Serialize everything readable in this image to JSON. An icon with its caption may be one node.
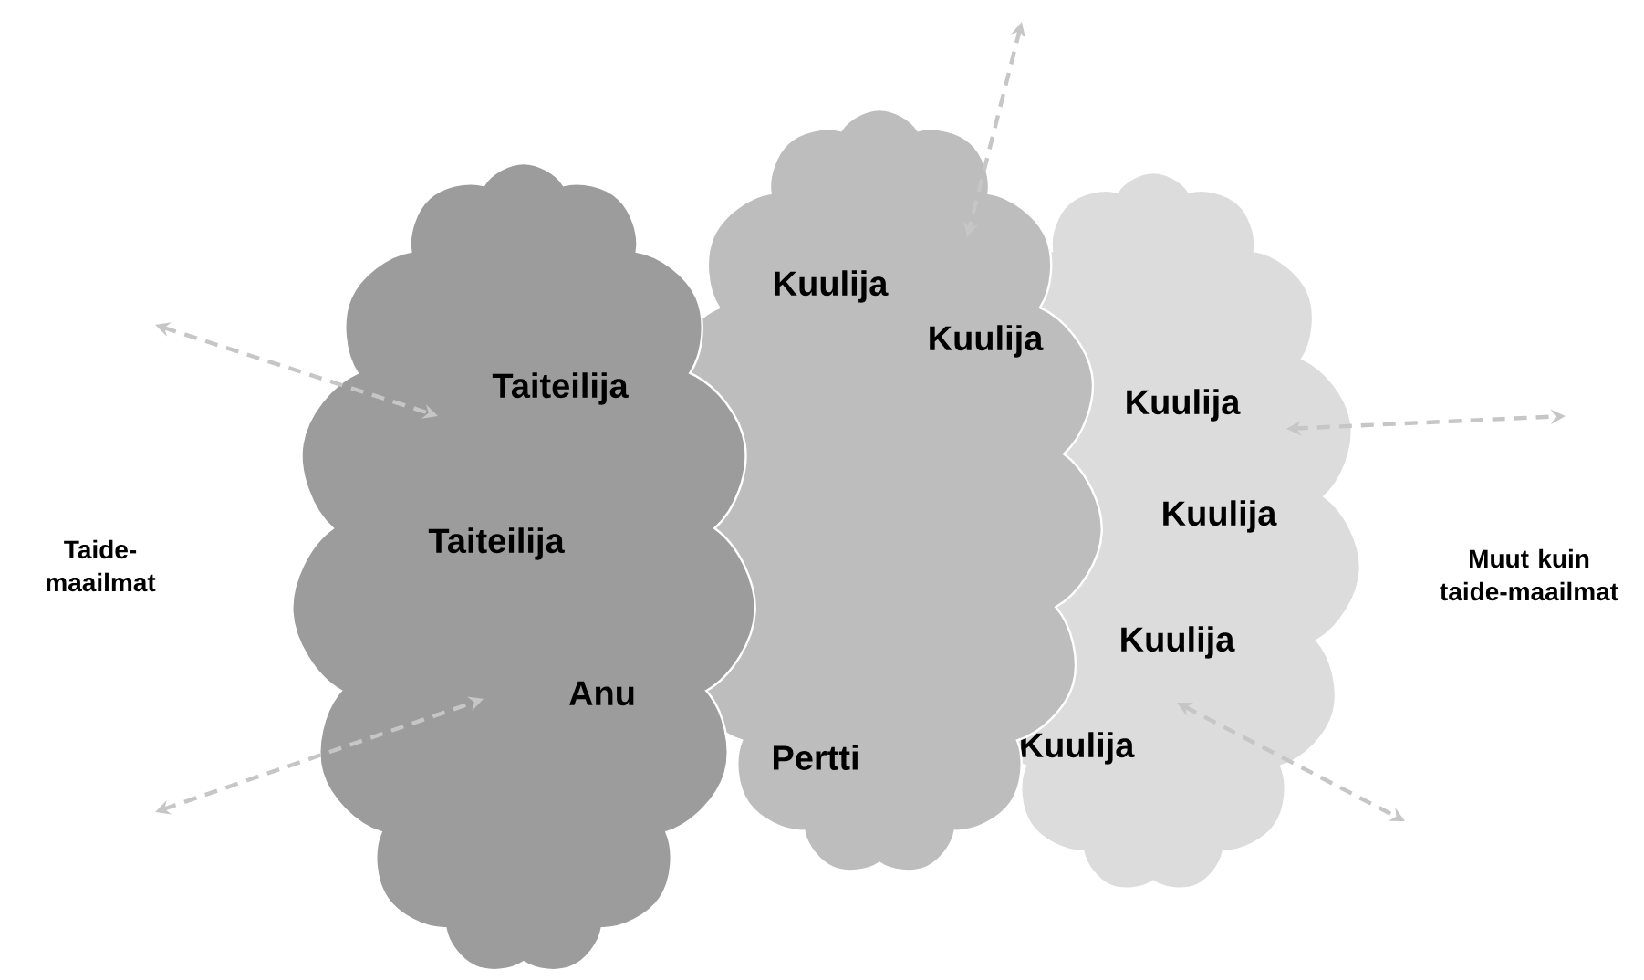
{
  "diagram": {
    "nodes": [
      {
        "text": [
          "Taiteilija",
          "Taiteilija",
          "Anu"
        ]
      },
      {
        "text": [
          "Kuulija",
          "Kuulija",
          "Pertti"
        ]
      },
      {
        "text": [
          "Kuulija",
          "Kuulija",
          "Kuulija",
          "Kuulija"
        ]
      }
    ],
    "edges": [
      {
        "from": null,
        "to": 0,
        "arrow": "both",
        "style": "dashed"
      },
      {
        "from": null,
        "to": 0,
        "arrow": "both",
        "style": "dashed"
      },
      {
        "from": null,
        "to": 1,
        "arrow": "both",
        "style": "dashed"
      },
      {
        "from": 2,
        "to": null,
        "arrow": "both",
        "style": "dashed"
      },
      {
        "from": 2,
        "to": null,
        "arrow": "both",
        "style": "dashed"
      }
    ],
    "labels": [
      "Taide-maailmat",
      "Muut kuin taide-maailmat"
    ]
  }
}
